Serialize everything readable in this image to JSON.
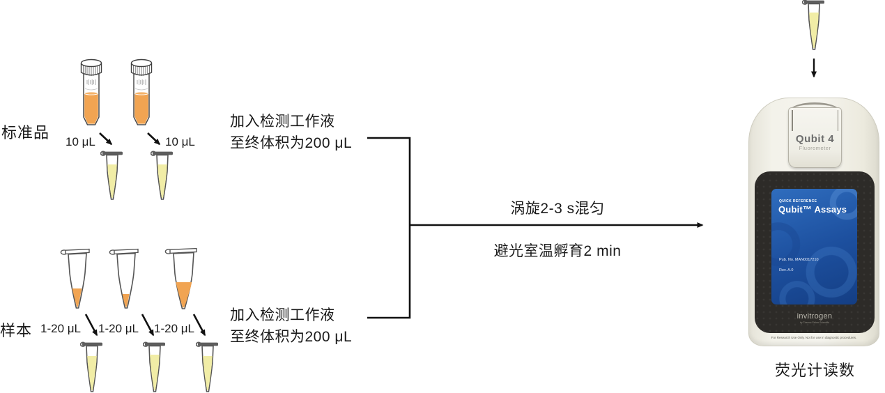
{
  "diagram": {
    "standards": {
      "label": "标准品",
      "transfer_volumes": [
        "10 μL",
        "10 μL"
      ]
    },
    "samples": {
      "label": "样本",
      "transfer_volumes": [
        "1-20 μL",
        "1-20 μL",
        "1-20 μL"
      ]
    },
    "step_add_working_solution": {
      "line1": "加入检测工作液",
      "line2": "至终体积为200 μL"
    },
    "step_mix": {
      "vortex": "涡旋2-3 s混匀",
      "incubate": "避光室温孵育2 min"
    },
    "result_label": "荧光计读数"
  },
  "device": {
    "lid_title": "Qubit 4",
    "lid_subtitle": "Fluorometer",
    "screen": {
      "eyebrow": "QUICK REFERENCE",
      "title": "Qubit™ Assays",
      "pub_no": "Pub. No. MAN0017210",
      "rev": "Rev. A.0"
    },
    "brand": "invitrogen",
    "brand_sub": "by Thermo Fisher Scientific",
    "disclaimer": "For Research Use Only. Not for use in diagnostic procedures."
  },
  "colors": {
    "standard_liquid": "#F1A452",
    "assay_liquid": "#F1EDA6",
    "screen_blue": "#1D509F",
    "panel_dark": "#2D2B28",
    "device_body": "#EFEDE4"
  }
}
